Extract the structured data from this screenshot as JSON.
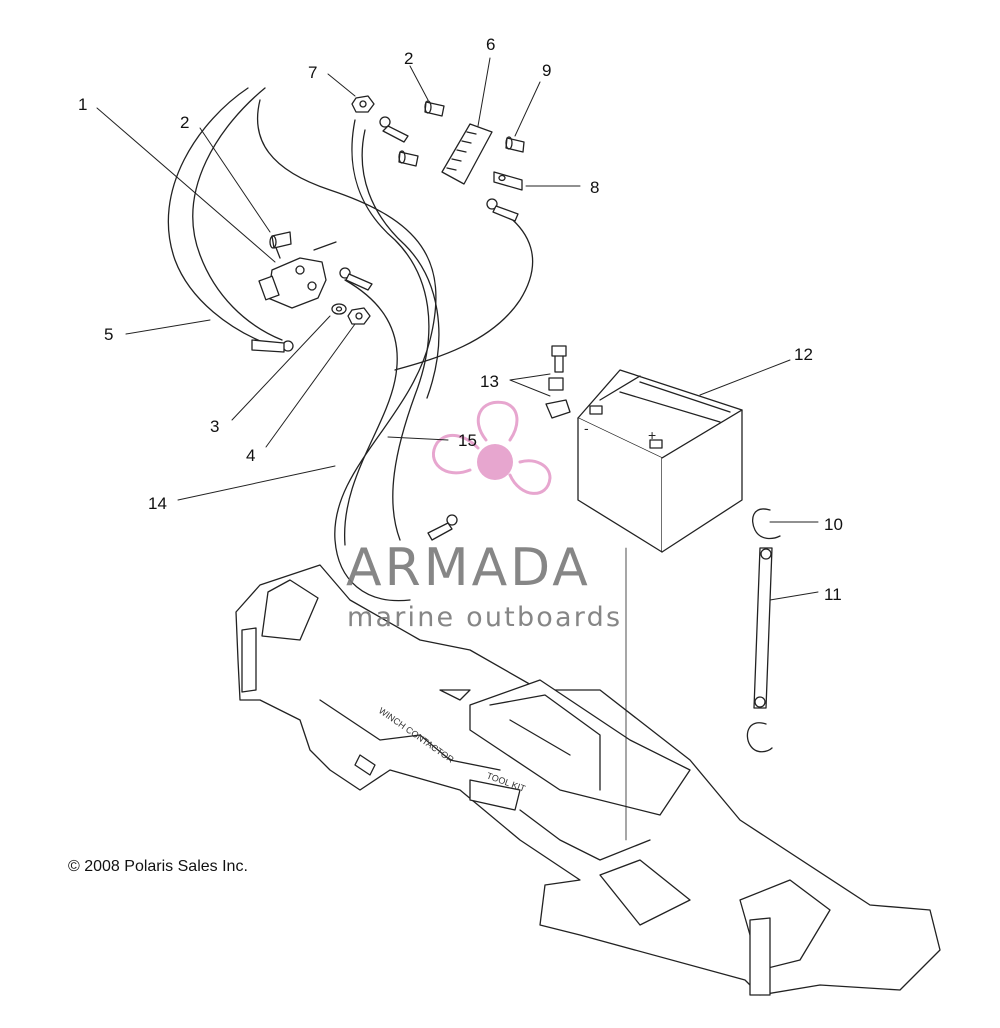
{
  "callouts": [
    "1",
    "2",
    "3",
    "4",
    "5",
    "6",
    "7",
    "2",
    "9",
    "8",
    "12",
    "13",
    "15",
    "14",
    "10",
    "11"
  ],
  "copyright": "© 2008 Polaris Sales Inc.",
  "watermark": {
    "title": "ARMADA",
    "subtitle": "marine outboards",
    "logo_color": "#e7a6cf",
    "text_color": "#7a7a7a"
  },
  "tray_text": [
    "TOOL KIT",
    "WINCH CONTACTOR"
  ],
  "battery_terminals": [
    "-",
    "+"
  ]
}
